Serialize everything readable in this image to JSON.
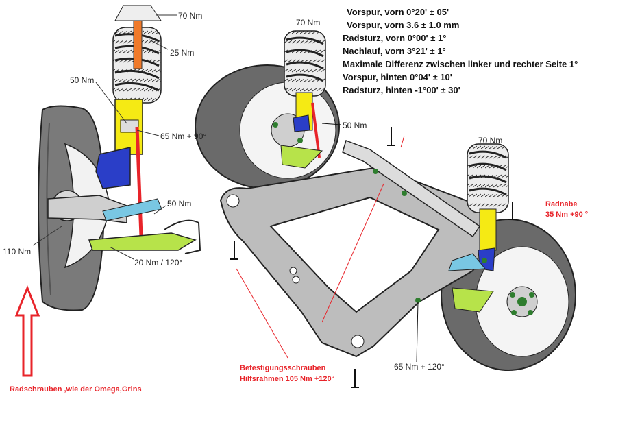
{
  "specs": {
    "line1": "Vorspur, vorn    0°20' ± 05'",
    "line2": "Vorspur, vorn  3.6 ± 1.0  mm",
    "line3": "Radsturz, vorn   0°00' ± 1°",
    "line4": "Nachlauf, vorn 3°21' ± 1°",
    "line5": "Maximale Differenz zwischen linker und rechter Seite 1°",
    "line6": "Vorspur, hinten  0°04' ± 10'",
    "line7": "Radsturz, hinten -1°00' ± 30'"
  },
  "left_labels": {
    "strut_top_nut": "70 Nm",
    "spring_seat": "25 Nm",
    "strut_clamp": "50 Nm",
    "knuckle": "65 Nm + 90°",
    "stabilizer": "50 Nm",
    "ball_joint": "20 Nm / 120°",
    "wheel_bolts": "110 Nm",
    "wheel_note": "Radschrauben ,wie der Omega,Grins"
  },
  "right_labels": {
    "strut_top_left": "70 Nm",
    "strut_clamp": "50 Nm",
    "strut_top_right": "70 Nm",
    "hub_title": "Radnabe",
    "hub_torque": "35 Nm +90 °",
    "subframe_mount": "65 Nm + 120°",
    "subframe_bolts_title": "Befestigungsschrauben",
    "subframe_bolts_torque": "Hilfsrahmen 105 Nm +120°"
  },
  "colors": {
    "spring": "#ececec",
    "strut_yellow": "#f5ea14",
    "knuckle_blue": "#2a3ec8",
    "control_arm_green": "#b7e34a",
    "tie_rod_red": "#e8242a",
    "stabilizer_cyan": "#79c7e3",
    "piston_orange": "#f07a2a",
    "annotation_red": "#e8242a",
    "tire": "#6a6a6a",
    "subframe": "#bdbdbd"
  }
}
